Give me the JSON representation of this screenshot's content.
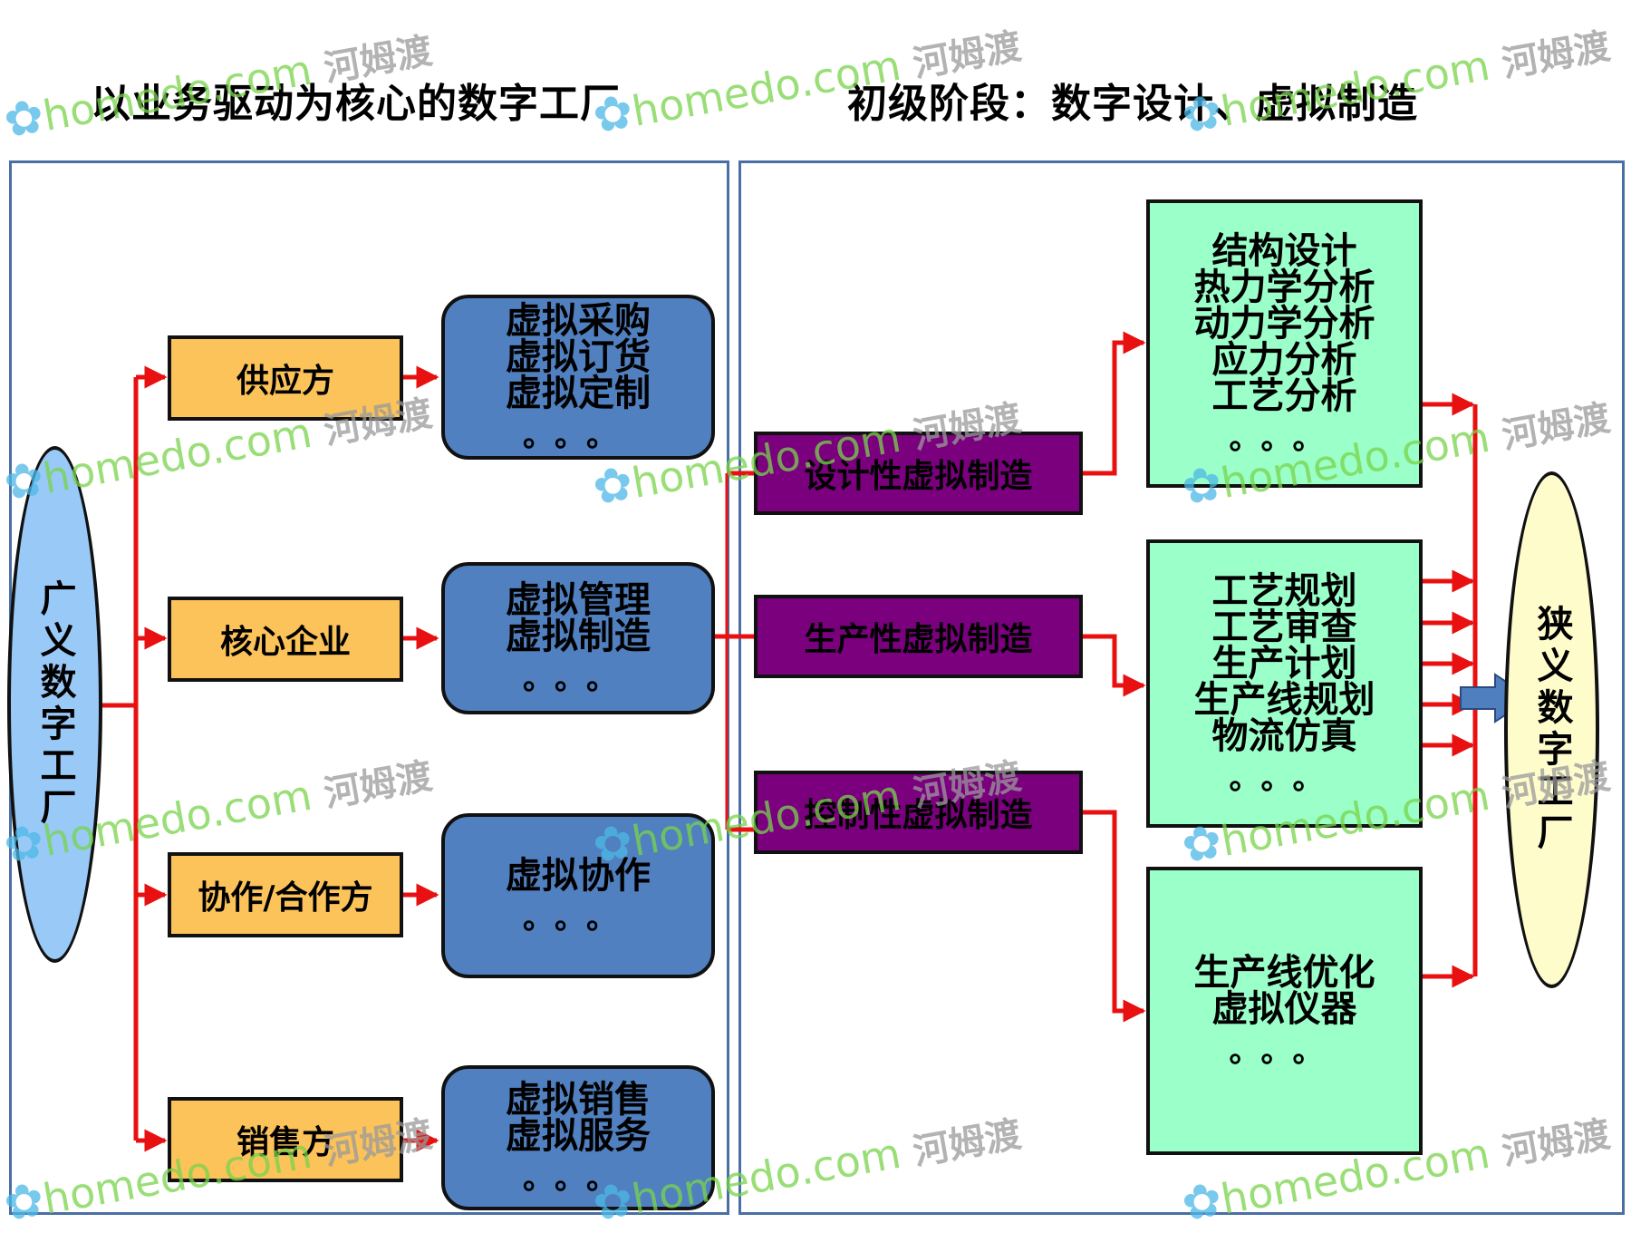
{
  "titles": {
    "left": "以业务驱动为核心的数字工厂",
    "right": "初级阶段：数字设计、虚拟制造"
  },
  "left_ellipse": "广义数字工厂",
  "right_ellipse": "狭义数字工厂",
  "stakeholders": [
    {
      "label": "供应方",
      "items": [
        "虚拟采购",
        "虚拟订货",
        "虚拟定制"
      ],
      "more": "。。。"
    },
    {
      "label": "核心企业",
      "items": [
        "虚拟管理",
        "虚拟制造"
      ],
      "more": "。。。"
    },
    {
      "label": "协作/合作方",
      "items": [
        "虚拟协作"
      ],
      "more": "。。。"
    },
    {
      "label": "销售方",
      "items": [
        "虚拟销售",
        "虚拟服务"
      ],
      "more": "。。。"
    }
  ],
  "manufacturing_types": [
    "设计性虚拟制造",
    "生产性虚拟制造",
    "控制性虚拟制造"
  ],
  "detail_boxes": [
    {
      "items": [
        "结构设计",
        "热力学分析",
        "动力学分析",
        "应力分析",
        "工艺分析"
      ],
      "more": "。。。"
    },
    {
      "items": [
        "工艺规划",
        "工艺审查",
        "生产计划",
        "生产线规划",
        "物流仿真"
      ],
      "more": "。。。"
    },
    {
      "items": [
        "生产线优化",
        "虚拟仪器"
      ],
      "more": "。。。"
    }
  ],
  "watermark": {
    "latin": "homedo.com",
    "cn": "河姆渡"
  },
  "colors": {
    "orange": "#fcc35a",
    "blue": "#5080bf",
    "purple": "#7a007e",
    "green": "#9bffc9",
    "ellipse_left": "#99c9f7",
    "ellipse_right": "#fffccc",
    "arrow": "#e81010"
  }
}
